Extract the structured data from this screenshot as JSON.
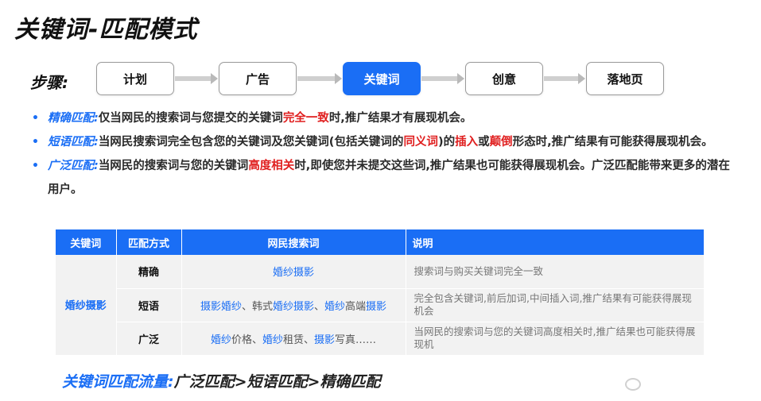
{
  "title": "关键词-匹配模式",
  "steps": {
    "label": "步骤:",
    "items": [
      "计划",
      "广告",
      "关键词",
      "创意",
      "落地页"
    ],
    "active_index": 2
  },
  "bullets": [
    {
      "term": "精确匹配:",
      "parts": [
        {
          "t": "仅当网民的搜索词与您提交的关键词"
        },
        {
          "t": "完全一致",
          "red": true
        },
        {
          "t": "时,推广结果才有展现机会。"
        }
      ]
    },
    {
      "term": "短语匹配:",
      "parts": [
        {
          "t": "当网民搜索词完全包含您的关键词及您关键词(包括关键词的"
        },
        {
          "t": "同义词",
          "red": true
        },
        {
          "t": ")的"
        },
        {
          "t": "插入",
          "red": true
        },
        {
          "t": "或"
        },
        {
          "t": "颠倒",
          "red": true
        },
        {
          "t": "形态时,推广结果有可能获得展现机会。"
        }
      ]
    },
    {
      "term": "广泛匹配:",
      "parts": [
        {
          "t": "当网民的搜索词与您的关键词"
        },
        {
          "t": "高度相关",
          "red": true
        },
        {
          "t": "时,即使您并未提交这些词,推广结果也可能获得展现机会。广泛匹配能带来更多的潜在用户。"
        }
      ]
    }
  ],
  "table": {
    "headers": {
      "kw": "关键词",
      "mode": "匹配方式",
      "terms": "网民搜索词",
      "desc": "说明"
    },
    "keyword": "婚纱摄影",
    "rows": [
      {
        "mode": "精确",
        "terms": [
          {
            "t": "婚纱摄影",
            "b": true
          }
        ],
        "desc": "搜索词与购买关键词完全一致"
      },
      {
        "mode": "短语",
        "terms": [
          {
            "t": "摄影婚纱",
            "b": true
          },
          {
            "t": "、韩式"
          },
          {
            "t": "婚纱摄影",
            "b": true
          },
          {
            "t": "、"
          },
          {
            "t": "婚纱",
            "b": true
          },
          {
            "t": "高端"
          },
          {
            "t": "摄影",
            "b": true
          }
        ],
        "desc": "完全包含关键词,前后加词,中间插入词,推广结果有可能获得展现机会"
      },
      {
        "mode": "广泛",
        "terms": [
          {
            "t": "婚纱",
            "b": true
          },
          {
            "t": "价格、"
          },
          {
            "t": "婚纱",
            "b": true
          },
          {
            "t": "租赁、"
          },
          {
            "t": "摄影",
            "b": true
          },
          {
            "t": "写真……"
          }
        ],
        "desc": "当网民的搜索词与您的关键词高度相关时,推广结果也可能获得展现机"
      }
    ]
  },
  "flow": {
    "label": "关键词匹配流量:",
    "text": "广泛匹配>短语匹配>精确匹配"
  },
  "colors": {
    "accent": "#1a6ef5",
    "highlight": "#e02020"
  }
}
